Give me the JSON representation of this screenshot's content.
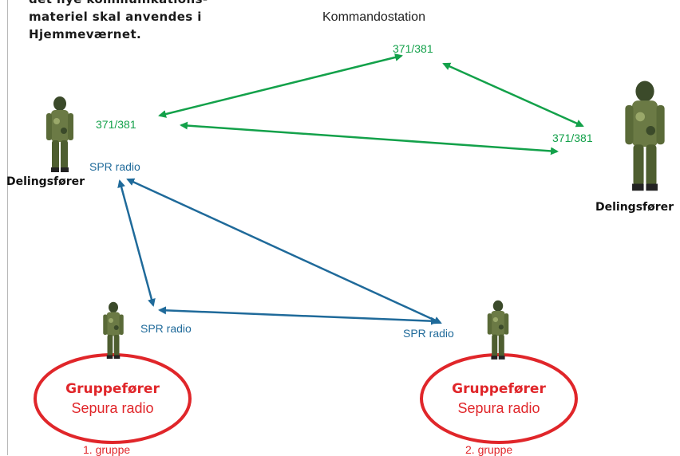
{
  "intro_lines": [
    "det nye kommunikations-",
    "materiel skal anvendes i",
    "Hjemmeværnet."
  ],
  "command_station": {
    "label": "Kommandostation",
    "radio": "371/381"
  },
  "platoon_leader_left": {
    "role": "Delingsfører",
    "radio_green": "371/381",
    "radio_blue": "SPR radio"
  },
  "platoon_leader_right": {
    "role": "Delingsfører",
    "radio_green": "371/381"
  },
  "group_1": {
    "radio_blue": "SPR radio",
    "leader_title": "Gruppefører",
    "leader_radio": "Sepura radio",
    "group_label": "1. gruppe"
  },
  "group_2": {
    "radio_blue": "SPR radio",
    "leader_title": "Gruppefører",
    "leader_radio": "Sepura radio",
    "group_label": "2. gruppe"
  },
  "colors": {
    "green_link": "#13a14a",
    "blue_link": "#1f6a9a",
    "red_ellipse": "#e0262a",
    "camo_dark": "#3b4a2a",
    "camo_mid": "#6b7a45",
    "camo_light": "#9aa86a"
  }
}
